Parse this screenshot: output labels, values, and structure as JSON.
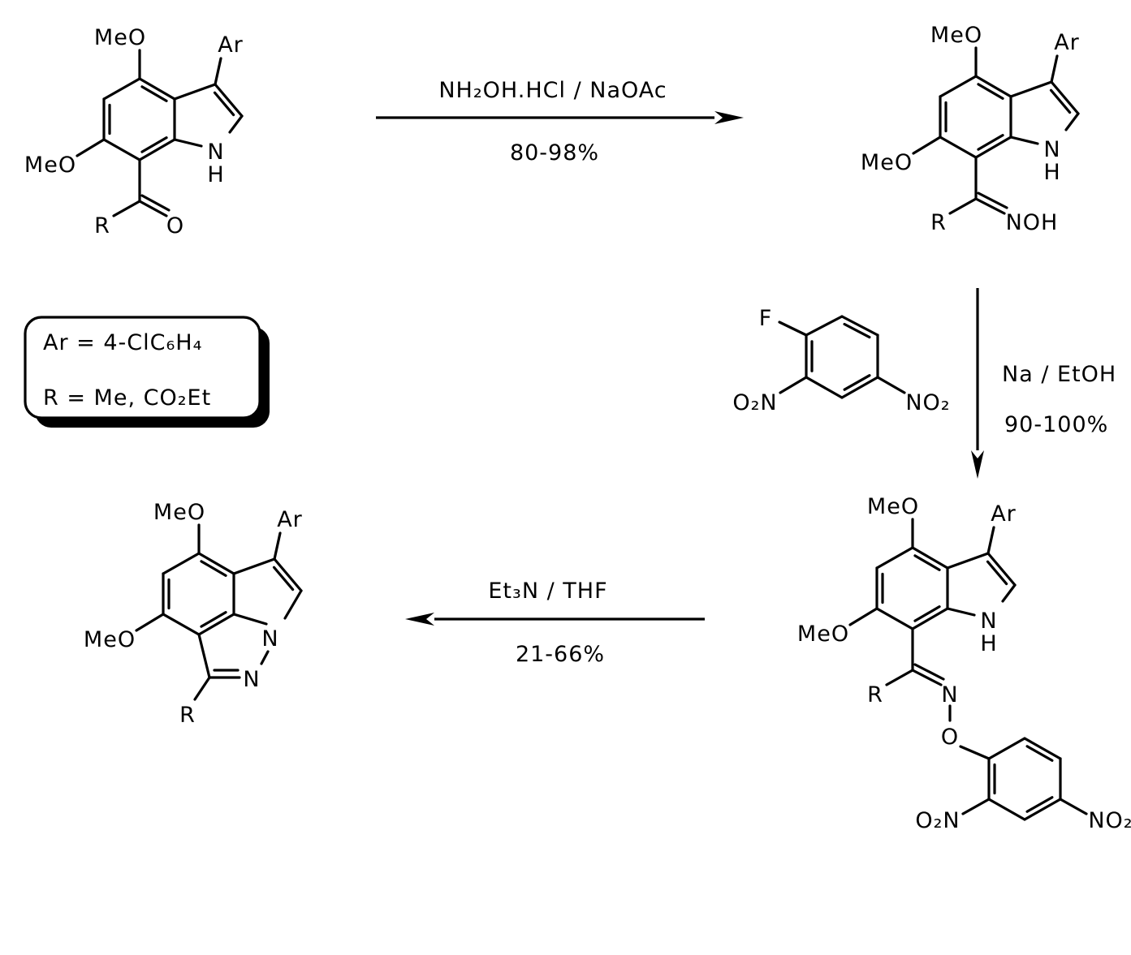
{
  "step1": {
    "reagent": "NH₂OH.HCl / NaOAc",
    "yield": "80-98%"
  },
  "step2": {
    "reagent": "Na / EtOH",
    "yield": "90-100%"
  },
  "step3": {
    "reagent": "Et₃N / THF",
    "yield": "21-66%"
  },
  "legend": {
    "ar_line": "Ar  =  4-ClC₆H₄",
    "r_line": "R   =  Me, CO₂Et"
  },
  "labels": {
    "meo": "MeO",
    "ar": "Ar",
    "n": "N",
    "h": "H",
    "r": "R",
    "o": "O",
    "noh": "NOH",
    "f": "F",
    "no2": "NO₂",
    "o2n": "O₂N"
  }
}
